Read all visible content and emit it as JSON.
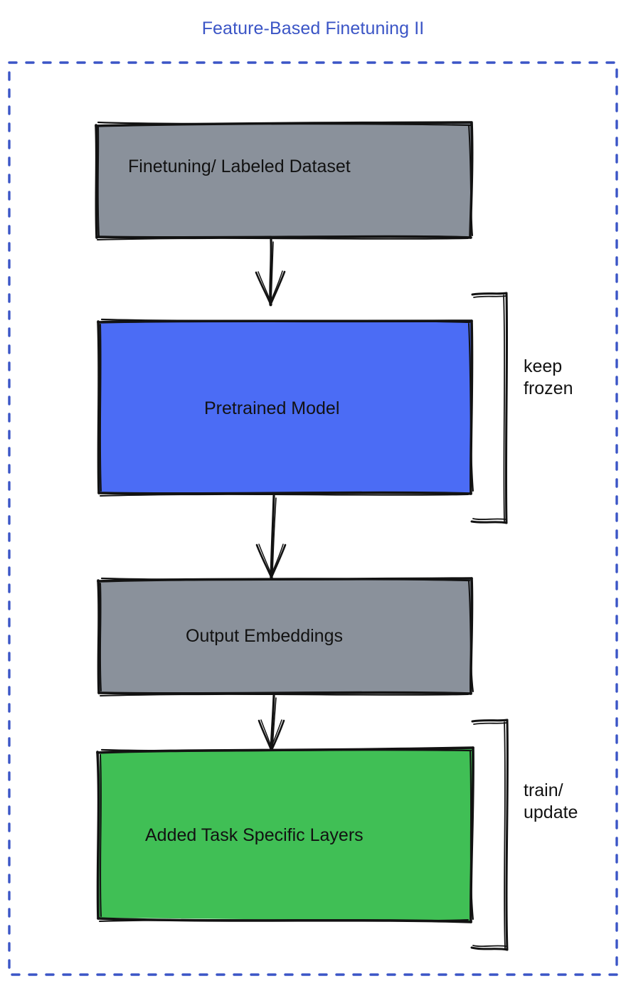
{
  "diagram": {
    "title": "Feature-Based Finetuning II",
    "title_color": "#3b55c6",
    "frame": {
      "name": "dashed-frame",
      "stroke_color": "#3b55c6",
      "style": "dashed"
    },
    "nodes": [
      {
        "id": "dataset",
        "label": "Finetuning/ Labeled Dataset",
        "fill": "#8a919b",
        "stroke": "#121212",
        "text_color": "#121212"
      },
      {
        "id": "pretrained-model",
        "label": "Pretrained Model",
        "fill": "#4b6cf5",
        "stroke": "#121212",
        "text_color": "#121212"
      },
      {
        "id": "output-embeddings",
        "label": "Output Embeddings",
        "fill": "#8a919b",
        "stroke": "#121212",
        "text_color": "#121212"
      },
      {
        "id": "task-layers",
        "label": "Added Task Specific Layers",
        "fill": "#40bf55",
        "stroke": "#121212",
        "text_color": "#121212"
      }
    ],
    "connectors": [
      {
        "id": "arrow-dataset-to-model",
        "from": "dataset",
        "to": "pretrained-model",
        "arrowhead": "open-v"
      },
      {
        "id": "arrow-model-to-embeddings",
        "from": "pretrained-model",
        "to": "output-embeddings",
        "arrowhead": "open-v"
      },
      {
        "id": "arrow-embeddings-to-layers",
        "from": "output-embeddings",
        "to": "task-layers",
        "arrowhead": "open-v"
      }
    ],
    "annotations": [
      {
        "id": "keep-frozen",
        "label": "keep\nfrozen",
        "bracket_for": "pretrained-model",
        "text_color": "#121212"
      },
      {
        "id": "train-update",
        "label": "train/\nupdate",
        "bracket_for": "task-layers",
        "text_color": "#121212"
      }
    ]
  }
}
